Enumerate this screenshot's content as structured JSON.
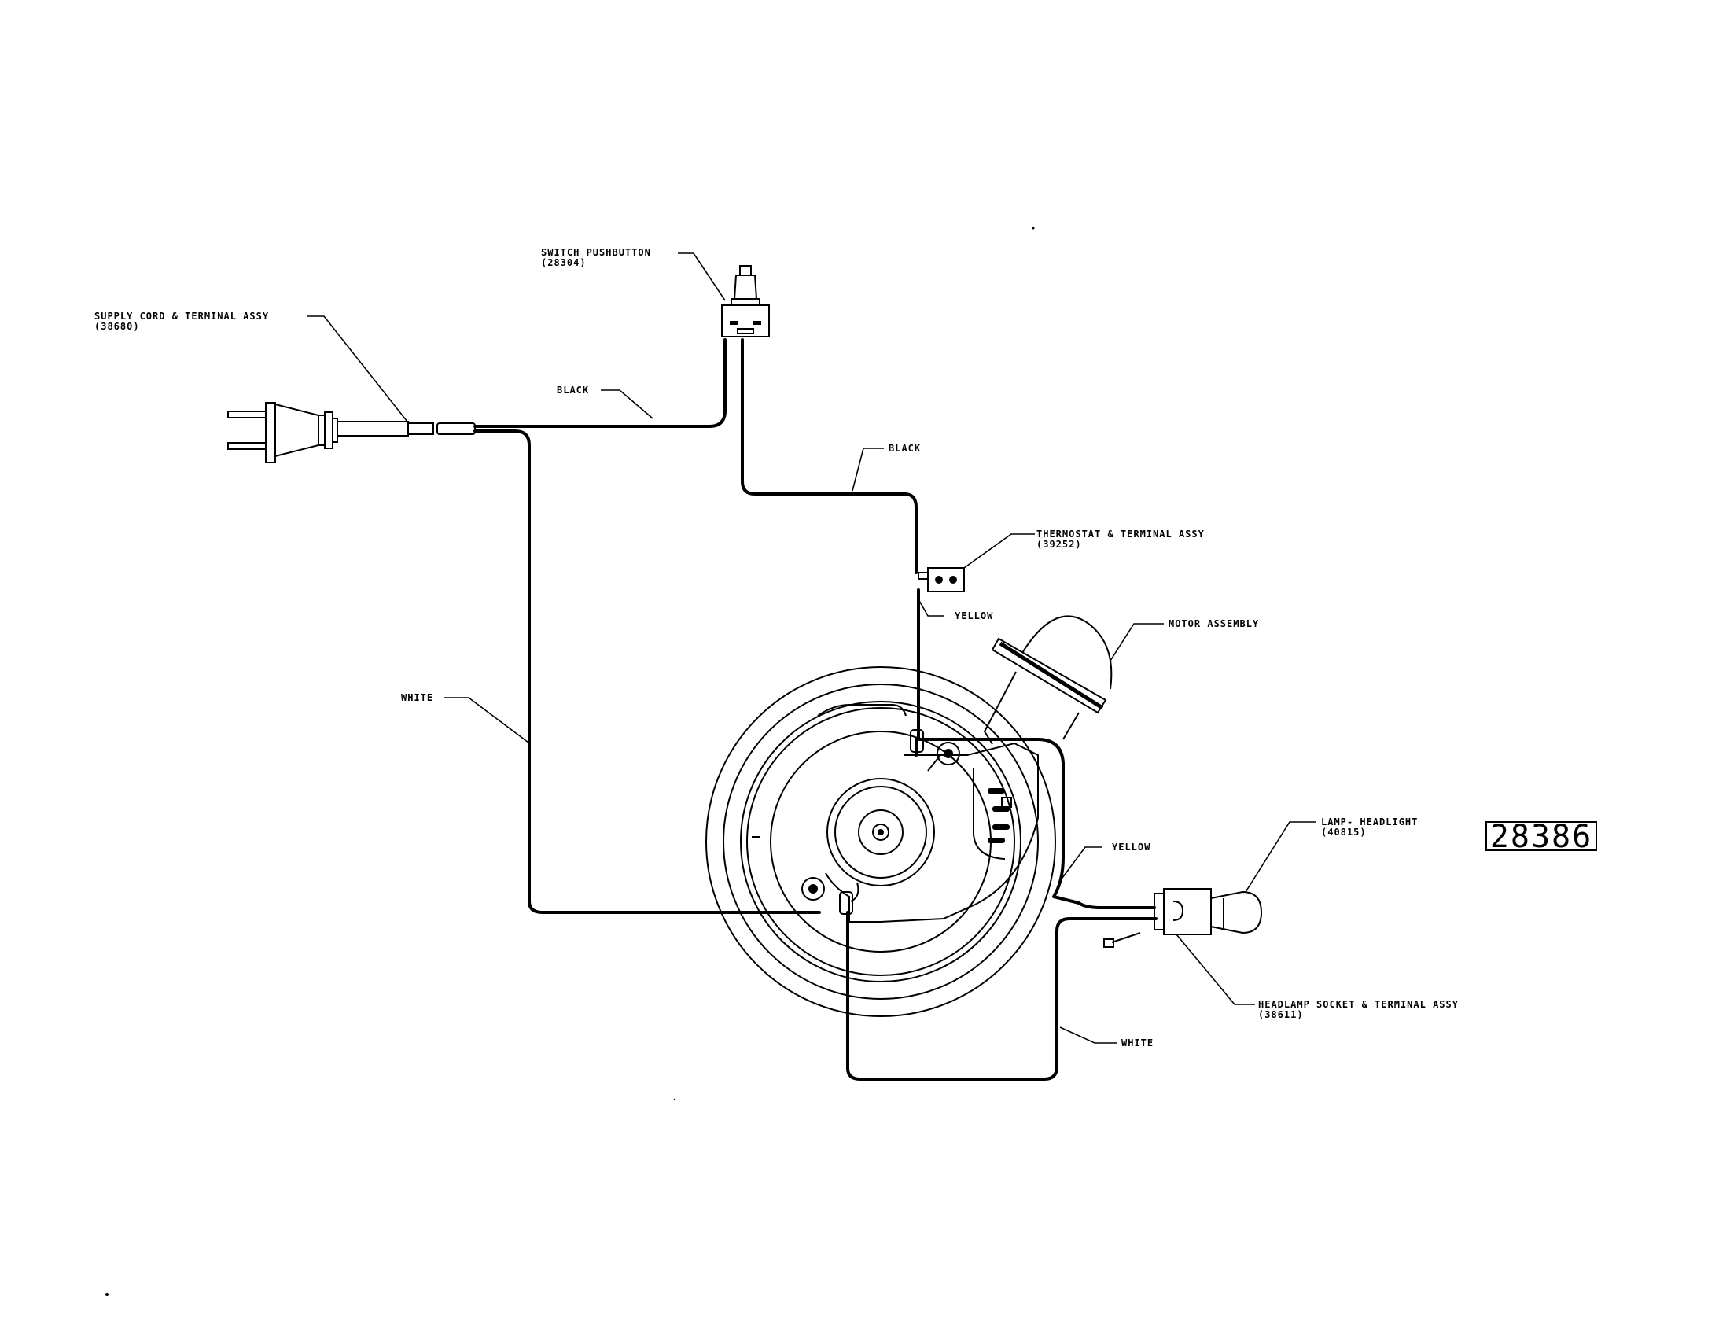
{
  "labels": {
    "switch_pushbutton": "SWITCH PUSHBUTTON",
    "switch_pushbutton_part": "(28304)",
    "supply_cord": "SUPPLY CORD & TERMINAL ASSY",
    "supply_cord_part": "(38680)",
    "black_1": "BLACK",
    "black_2": "BLACK",
    "thermostat": "THERMOSTAT & TERMINAL ASSY",
    "thermostat_part": "(39252)",
    "yellow_1": "YELLOW",
    "motor_assembly": "MOTOR ASSEMBLY",
    "white_1": "WHITE",
    "yellow_2": "YELLOW",
    "lamp_headlight": "LAMP- HEADLIGHT",
    "lamp_headlight_part": "(40815)",
    "headlamp_socket": "HEADLAMP SOCKET & TERMINAL ASSY",
    "headlamp_socket_part": "(38611)",
    "white_2": "WHITE"
  },
  "reference_box": "28386",
  "icons": [
    "plug-icon",
    "pushbutton-switch-icon",
    "thermostat-icon",
    "motor-icon",
    "lamp-bulb-icon",
    "socket-icon"
  ],
  "colors": {
    "ink": "#000000",
    "paper": "#ffffff"
  }
}
